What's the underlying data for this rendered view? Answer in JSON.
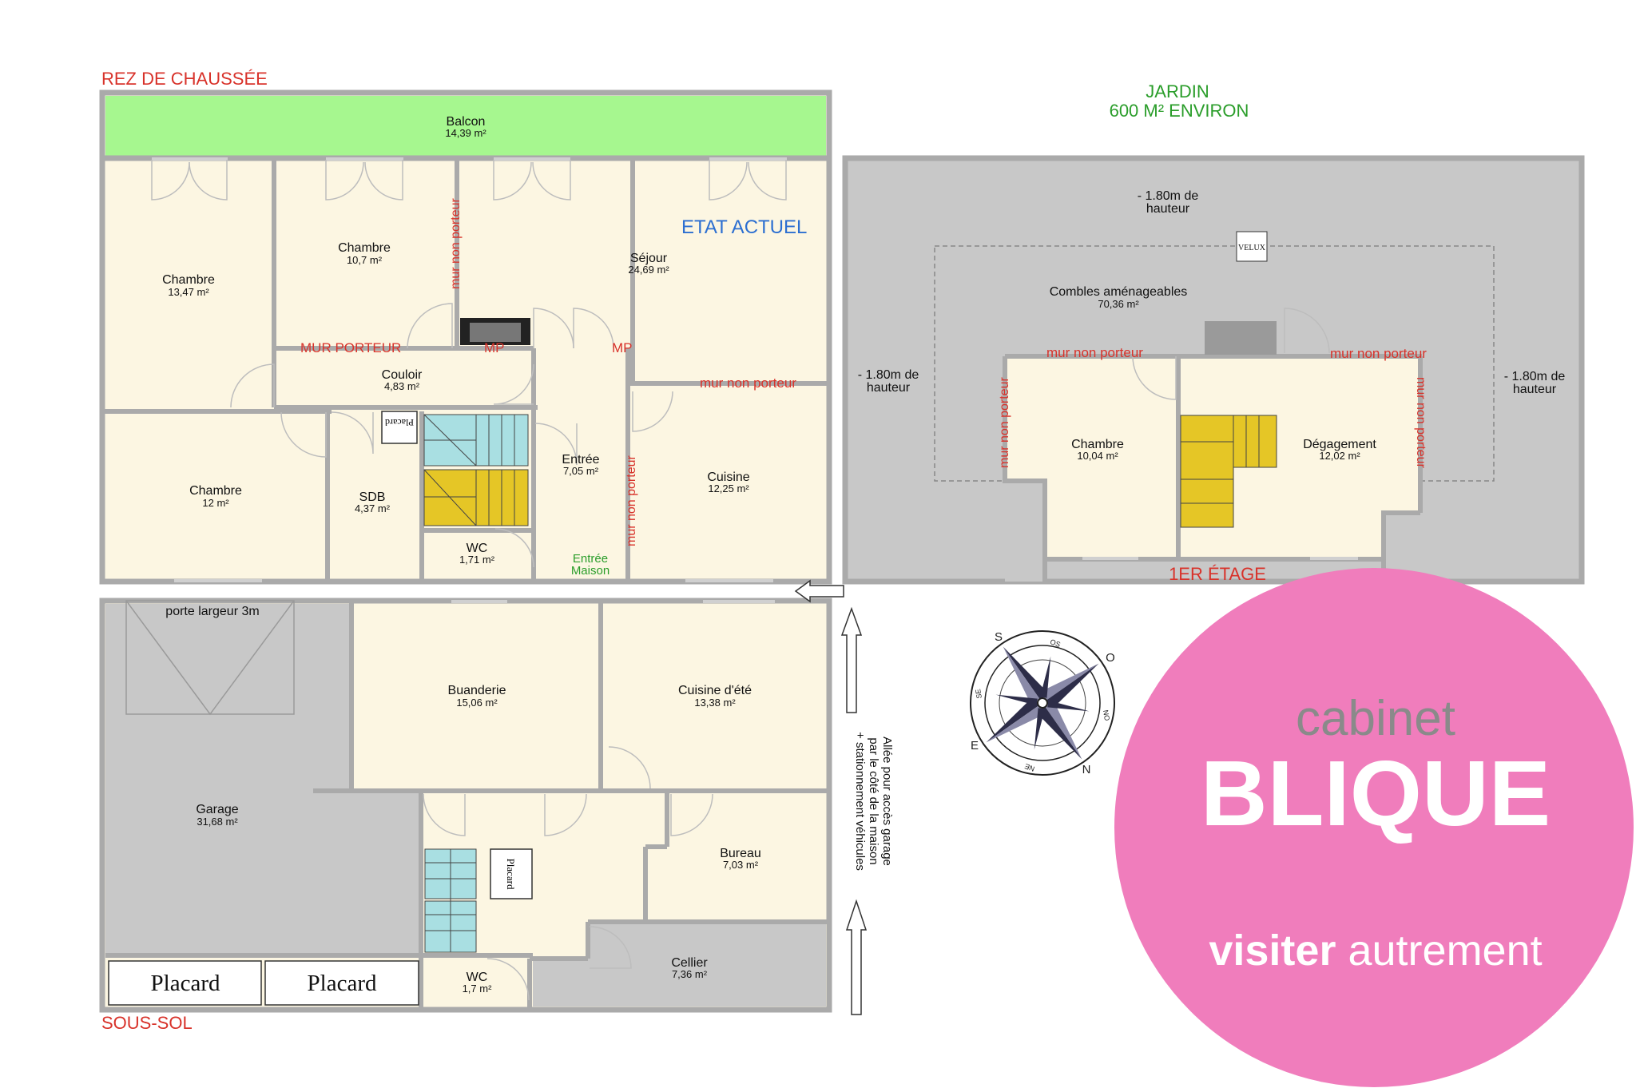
{
  "sections": {
    "ground_floor": "REZ DE CHAUSSÉE",
    "basement": "SOUS-SOL",
    "first_floor": "1ER ÉTAGE",
    "garden_line1": "JARDIN",
    "garden_line2": "600 M² ENVIRON",
    "current_state": "ETAT ACTUEL"
  },
  "ground_floor": {
    "balcon": {
      "name": "Balcon",
      "area": "14,39 m²"
    },
    "chambre_a": {
      "name": "Chambre",
      "area": "13,47 m²"
    },
    "chambre_b": {
      "name": "Chambre",
      "area": "10,7 m²"
    },
    "sejour": {
      "name": "Séjour",
      "area": "24,69 m²"
    },
    "couloir": {
      "name": "Couloir",
      "area": "4,83 m²"
    },
    "chambre_c": {
      "name": "Chambre",
      "area": "12 m²"
    },
    "sdb": {
      "name": "SDB",
      "area": "4,37 m²"
    },
    "entree": {
      "name": "Entrée",
      "area": "7,05 m²"
    },
    "cuisine": {
      "name": "Cuisine",
      "area": "12,25 m²"
    },
    "wc": {
      "name": "WC",
      "area": "1,71 m²"
    },
    "entree_maison_1": "Entrée",
    "entree_maison_2": "Maison",
    "placard": "Placard"
  },
  "wall_labels": {
    "mur_porteur": "MUR PORTEUR",
    "mp": "MP",
    "mur_non_porteur": "mur non porteur"
  },
  "basement": {
    "porte": "porte largeur 3m",
    "garage": {
      "name": "Garage",
      "area": "31,68 m²"
    },
    "buanderie": {
      "name": "Buanderie",
      "area": "15,06 m²"
    },
    "cuisine_ete": {
      "name": "Cuisine d'été",
      "area": "13,38 m²"
    },
    "bureau": {
      "name": "Bureau",
      "area": "7,03 m²"
    },
    "cellier": {
      "name": "Cellier",
      "area": "7,36 m²"
    },
    "wc": {
      "name": "WC",
      "area": "1,7 m²"
    },
    "placard_1": "Placard",
    "placard_2": "Placard",
    "placard_3": "Placard"
  },
  "first_floor": {
    "height_top_1": "- 1.80m de",
    "height_top_2": "hauteur",
    "height_left_1": "- 1.80m de",
    "height_left_2": "hauteur",
    "height_right_1": "- 1.80m de",
    "height_right_2": "hauteur",
    "velux": "VELUX",
    "combles": {
      "name": "Combles aménageables",
      "area": "70,36 m²"
    },
    "chambre": {
      "name": "Chambre",
      "area": "10,04 m²"
    },
    "degagement": {
      "name": "Dégagement",
      "area": "12,02 m²"
    }
  },
  "driveway": {
    "line1": "Allée pour accès garage",
    "line2": "par le côté de la maison",
    "line3": "+ stationnement véhicules"
  },
  "compass": {
    "s": "S",
    "o": "O",
    "n": "N",
    "e": "E",
    "so": "OS",
    "no": "NO",
    "ne": "NE",
    "se": "SE"
  },
  "brand": {
    "cabinet": "cabinet",
    "name": "BLIQUE",
    "tagline_1": "visiter",
    "tagline_2": "autrement"
  },
  "colors": {
    "room": "#fcf6e2",
    "balcon": "#a6f78f",
    "wall": "#aaaaaa",
    "grey_room": "#c8c8c8",
    "stair_teal": "#a9dfe2",
    "stair_yellow": "#e5c626",
    "brand_pink": "#f07dbc",
    "red_label": "#d8322a",
    "green_label": "#2a9d2a",
    "blue_label": "#2c6fd1"
  }
}
